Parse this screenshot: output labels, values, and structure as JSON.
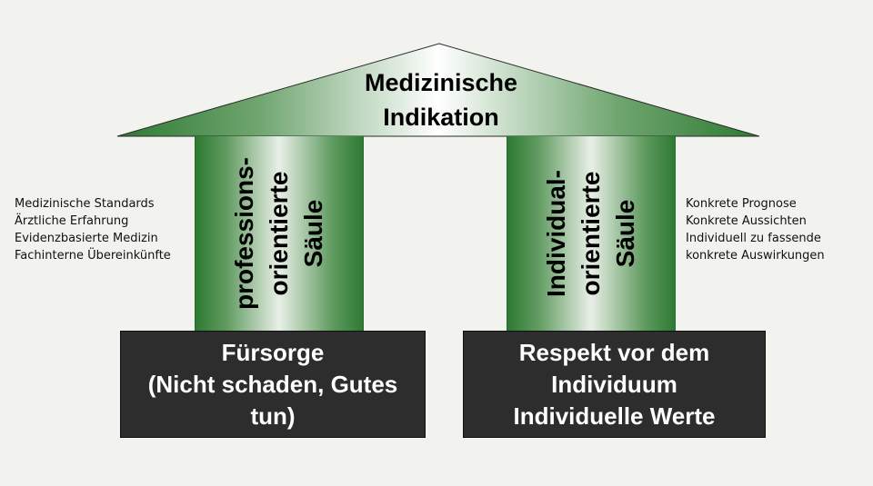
{
  "roof": {
    "title_line1": "Medizinische",
    "title_line2": "Indikation"
  },
  "pillars": {
    "left": {
      "line1": "professions-",
      "line2": "orientierte",
      "line3": "Säule"
    },
    "right": {
      "line1": "Individual-",
      "line2": "orientierte",
      "line3": "Säule"
    }
  },
  "bases": {
    "left": {
      "text": "Fürsorge\n(Nicht schaden, Gutes\ntun)"
    },
    "right": {
      "text": "Respekt vor dem\nIndividuum\nIndividuelle Werte"
    }
  },
  "side_notes": {
    "left": [
      "Medizinische Standards",
      "Ärztliche Erfahrung",
      "Evidenzbasierte Medizin",
      "Fachinterne Übereinkünfte"
    ],
    "right": [
      "Konkrete Prognose",
      "Konkrete Aussichten",
      "Individuell zu fassende",
      "konkrete Auswirkungen"
    ]
  },
  "colors": {
    "pillar_green": "#2e7a33",
    "base_dark": "#2d2d2d",
    "background": "#f2f2ef"
  }
}
